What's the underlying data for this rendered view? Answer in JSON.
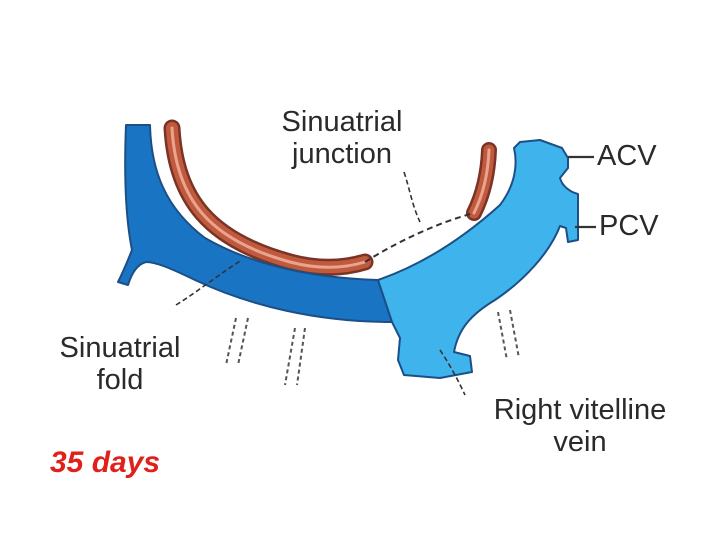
{
  "labels": {
    "sinuatrial_junction": [
      "Sinuatrial",
      "junction"
    ],
    "acv": "ACV",
    "pcv": "PCV",
    "sinuatrial_fold": [
      "Sinuatrial",
      "fold"
    ],
    "right_vitelline_vein": [
      "Right vitelline",
      "vein"
    ]
  },
  "caption": "35 days",
  "colors": {
    "left_horn": "#1a74c4",
    "right_horn": "#3fb4ec",
    "vessel_outline": "#1b4f86",
    "red_wall": "#b54a32",
    "red_wall_light": "#e8a08a",
    "leader_line": "#333333",
    "caption": "#e0201a"
  }
}
